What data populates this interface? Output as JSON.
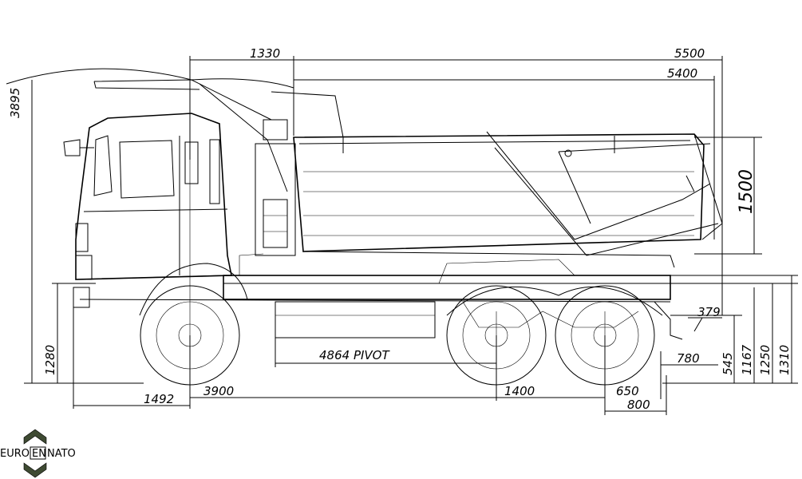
{
  "dimensions": {
    "d1330": "1330",
    "d5500": "5500",
    "d5400": "5400",
    "d3895": "3895",
    "d1500": "1500",
    "d1280": "1280",
    "d1492": "1492",
    "d3900": "3900",
    "d1400": "1400",
    "d650": "650",
    "d800": "800",
    "d780": "780",
    "d379": "379",
    "d545": "545",
    "d1167": "1167",
    "d1250": "1250",
    "d1310": "1310",
    "pivot": "4864  PIVOT"
  },
  "logo": {
    "left": "EURO",
    "middle": "EN",
    "right": "NATO"
  }
}
